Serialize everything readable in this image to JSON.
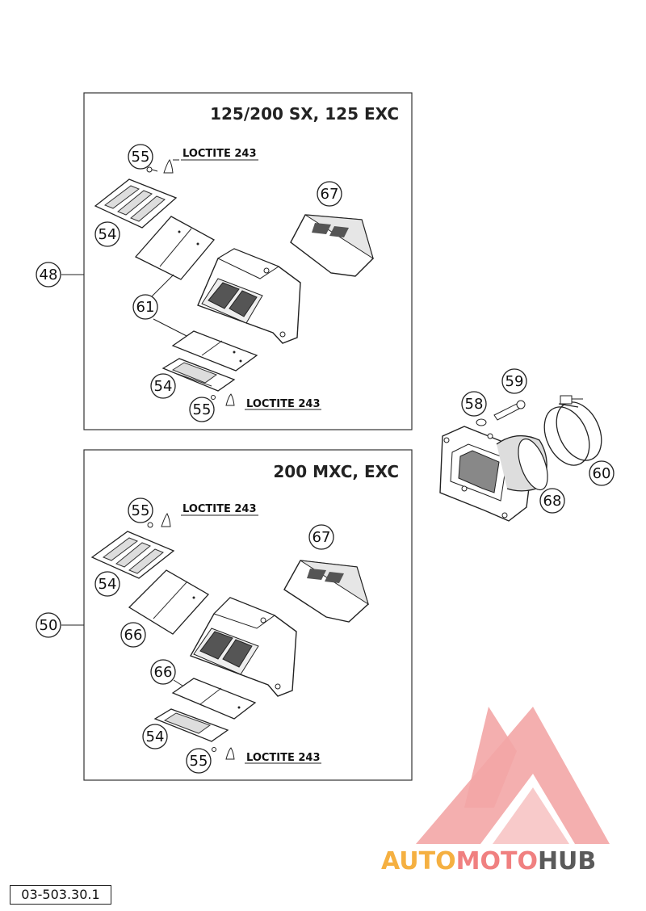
{
  "panels": [
    {
      "title": "125/200 SX, 125 EXC",
      "group_callout": "48",
      "callouts": [
        "55",
        "54",
        "61",
        "67",
        "54",
        "55"
      ],
      "notes": [
        "LOCTITE 243",
        "LOCTITE 243"
      ]
    },
    {
      "title": "200 MXC, EXC",
      "group_callout": "50",
      "callouts": [
        "55",
        "54",
        "66",
        "67",
        "66",
        "54",
        "55"
      ],
      "notes": [
        "LOCTITE 243",
        "LOCTITE 243"
      ]
    }
  ],
  "intake": {
    "callouts": [
      "58",
      "59",
      "60",
      "68"
    ]
  },
  "part_code": "03-503.30.1",
  "watermark": {
    "part1": "AUTO",
    "part2": "MOTO",
    "part3": "HUB",
    "color1": "#f5b041",
    "color2": "#f08080",
    "color3": "#5a5a5a"
  }
}
